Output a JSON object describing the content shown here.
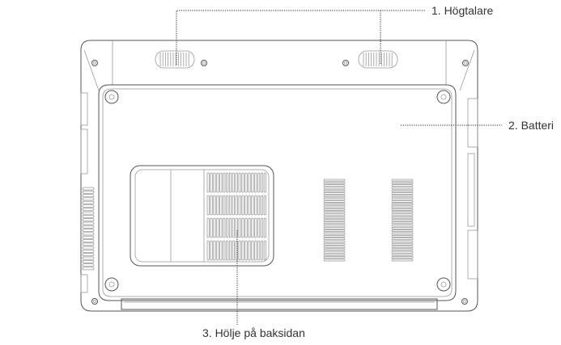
{
  "labels": {
    "speakers": "1. Högtalare",
    "battery": "2. Batteri",
    "back_cover": "3. Hölje på baksidan"
  },
  "colors": {
    "line": "#555555",
    "text": "#333333"
  }
}
